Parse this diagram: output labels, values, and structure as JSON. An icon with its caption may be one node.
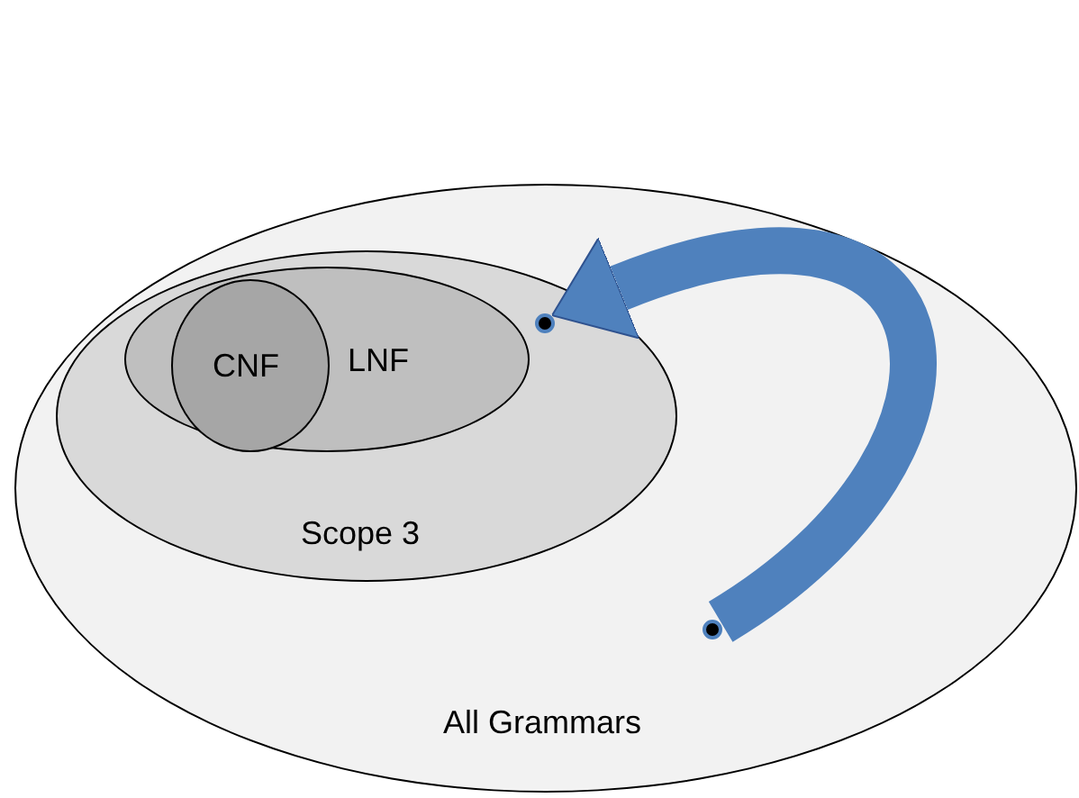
{
  "diagram": {
    "nodes": [
      {
        "text": [
          "All Grammars"
        ]
      },
      {
        "text": [
          "Scope 3"
        ],
        "in": 0
      },
      {
        "text": [
          "LNF"
        ],
        "in": 1
      },
      {
        "text": [
          "CNF"
        ],
        "in": 2
      },
      {
        "text": [],
        "shape": "circle",
        "in": 0
      },
      {
        "text": [],
        "shape": "circle",
        "in": 1
      }
    ],
    "edges": [
      {
        "from": 4,
        "to": 5,
        "arrow": "to",
        "color": "#4f81bd"
      }
    ]
  }
}
